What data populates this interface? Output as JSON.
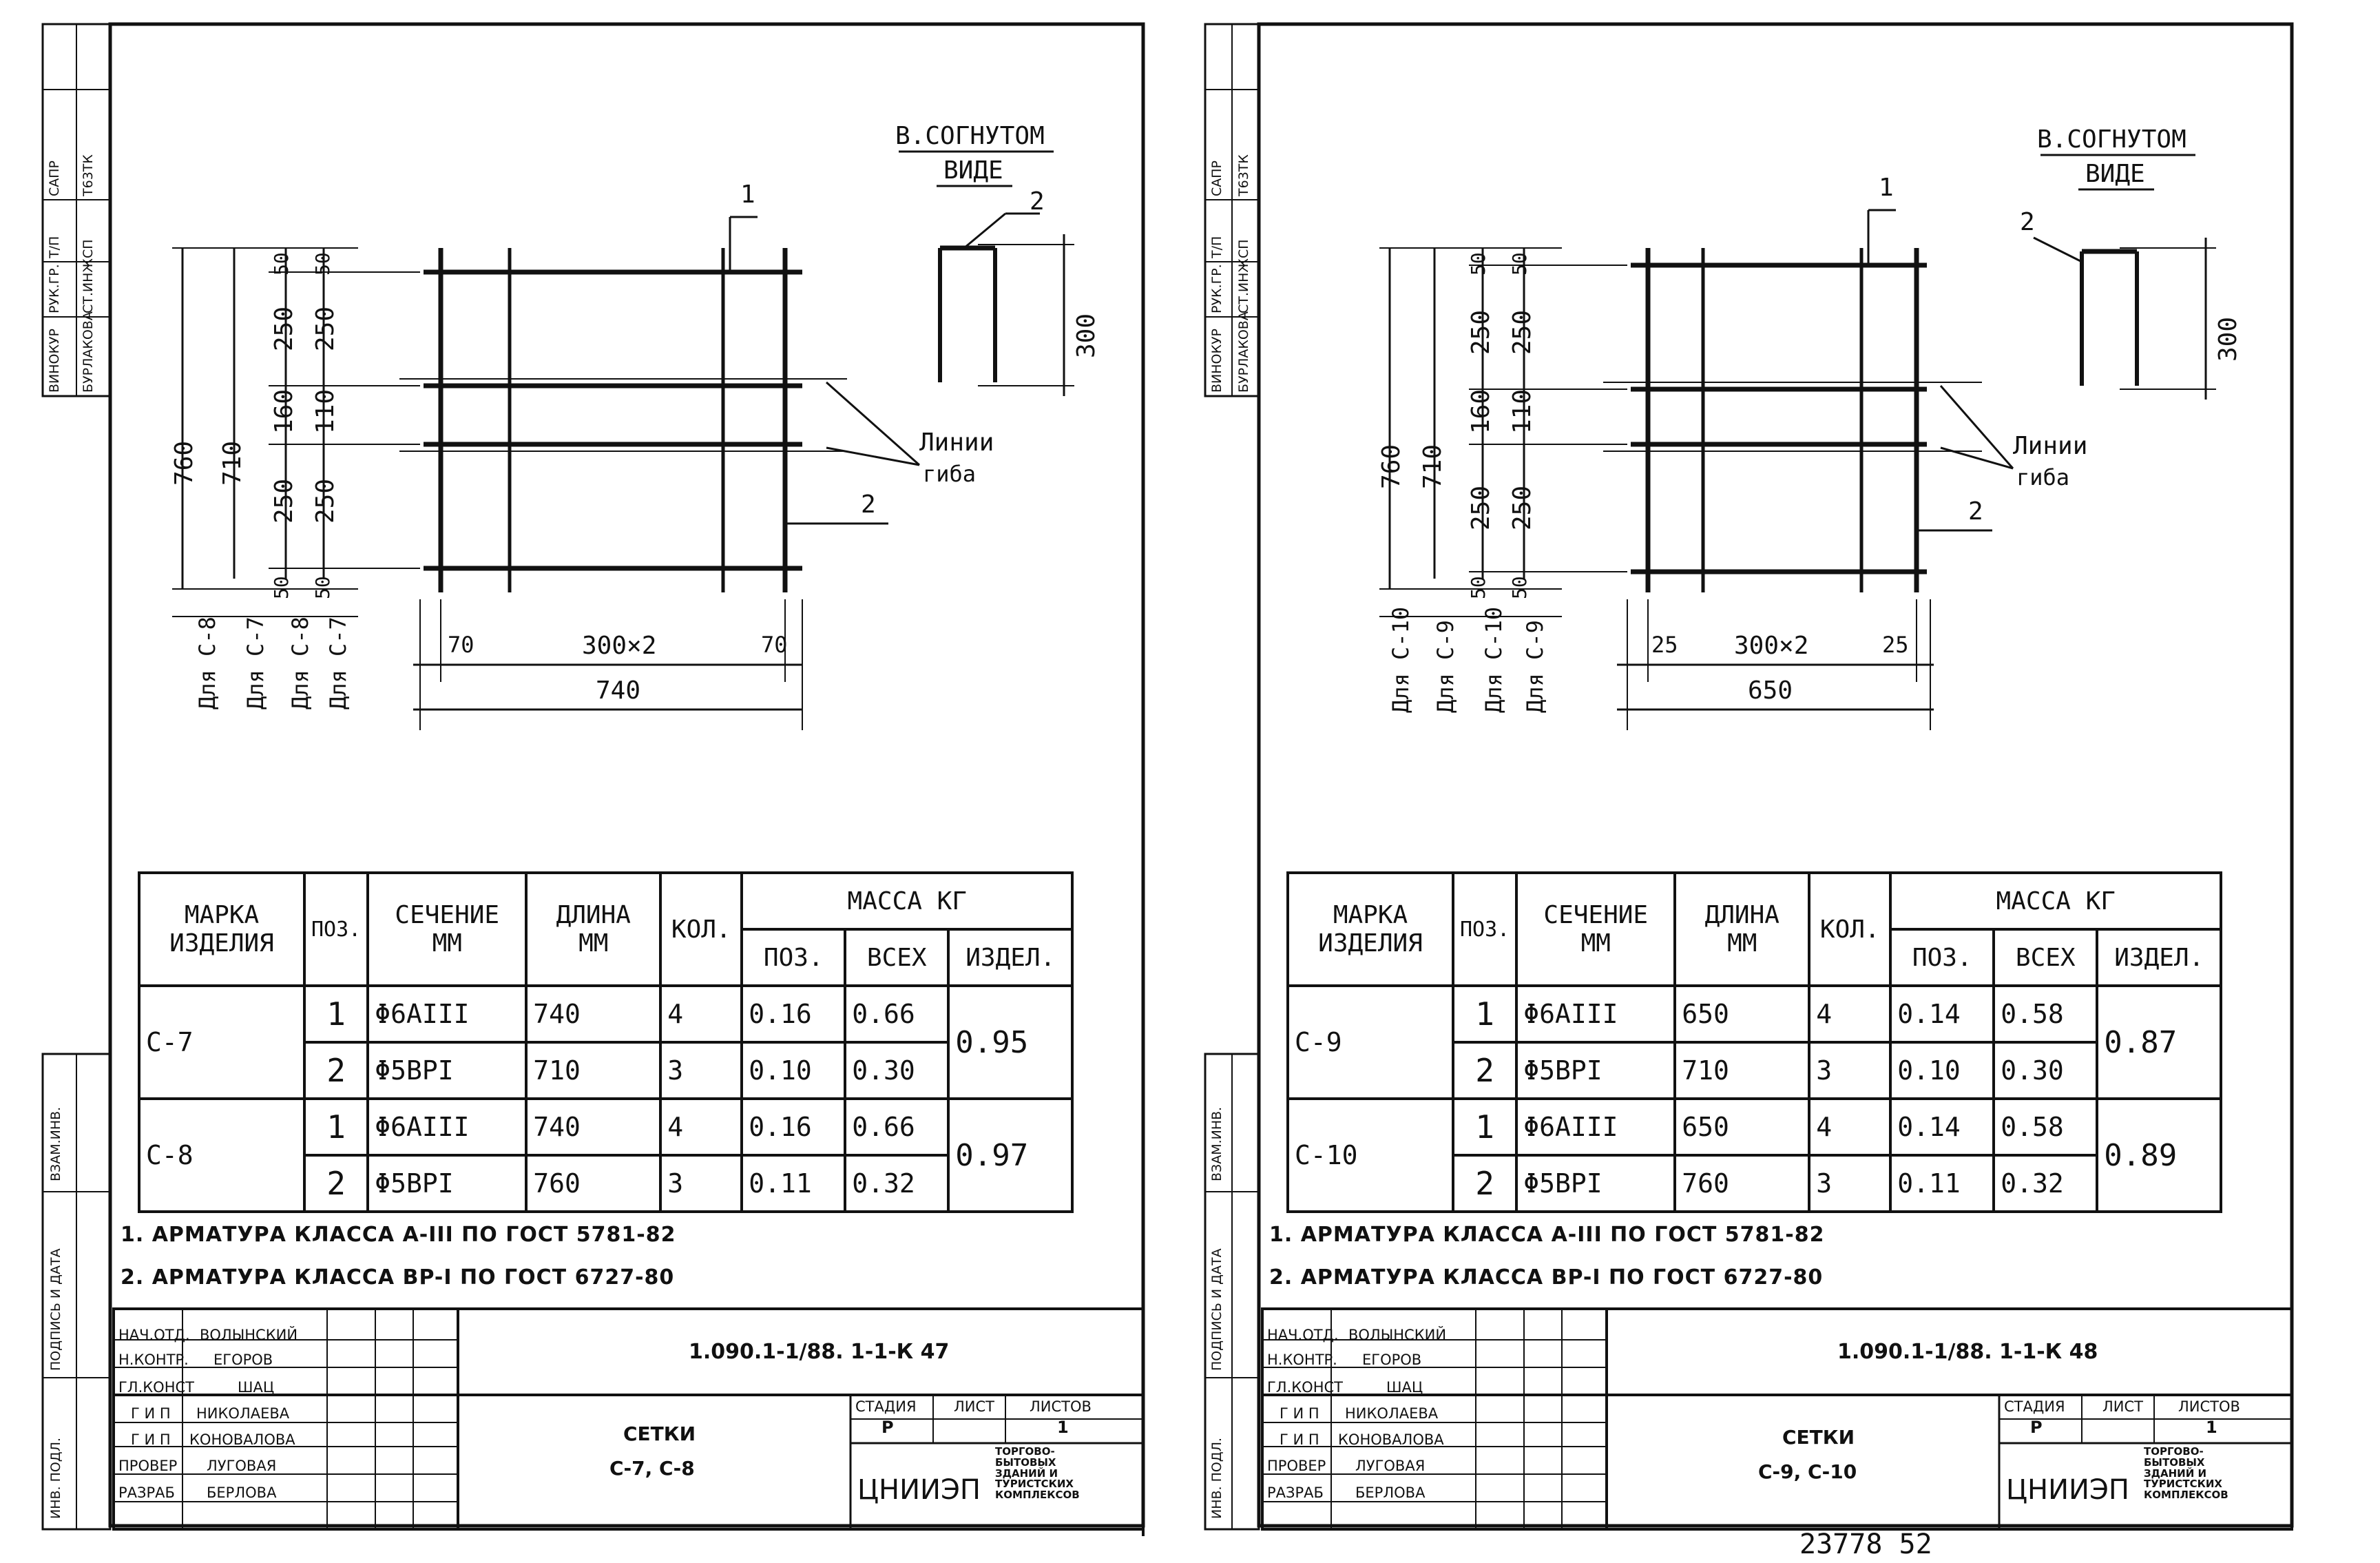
{
  "sheets": [
    {
      "bent_view": {
        "line1": "В.СОГНУТОМ",
        "line2": "ВИДЕ",
        "pos": "2",
        "height": "300"
      },
      "labels": {
        "pos1": "1",
        "pos2": "2",
        "bend_lines1": "Линии",
        "bend_lines2": "гиба"
      },
      "dims_left": [
        "760",
        "710",
        "50",
        "250",
        "160",
        "250",
        "50"
      ],
      "dims_inner": [
        "50",
        "250",
        "110",
        "250",
        "50"
      ],
      "for_labels": [
        "Для С-8",
        "Для С-7",
        "Для С-8",
        "Для С-7"
      ],
      "dims_bottom": {
        "left": "70",
        "mid": "300×2",
        "right": "70",
        "total": "740"
      },
      "table": {
        "h_mark": [
          "МАРКА",
          "ИЗДЕЛИЯ"
        ],
        "h_pos": "ПОЗ.",
        "h_section": [
          "СЕЧЕНИЕ",
          "ММ"
        ],
        "h_length": [
          "ДЛИНА",
          "ММ"
        ],
        "h_qty": "КОЛ.",
        "h_mass": "МАССА КГ",
        "h_mpos": "ПОЗ.",
        "h_mall": "ВСЕХ",
        "h_mprod": "ИЗДЕЛ.",
        "rows": [
          {
            "mark": "С-7",
            "total": "0.95",
            "items": [
              {
                "pos": "1",
                "sec": "Φ6AIII",
                "len": "740",
                "qty": "4",
                "mpos": "0.16",
                "mall": "0.66"
              },
              {
                "pos": "2",
                "sec": "Φ5BPI",
                "len": "710",
                "qty": "3",
                "mpos": "0.10",
                "mall": "0.30"
              }
            ]
          },
          {
            "mark": "С-8",
            "total": "0.97",
            "items": [
              {
                "pos": "1",
                "sec": "Φ6AIII",
                "len": "740",
                "qty": "4",
                "mpos": "0.16",
                "mall": "0.66"
              },
              {
                "pos": "2",
                "sec": "Φ5BPI",
                "len": "760",
                "qty": "3",
                "mpos": "0.11",
                "mall": "0.32"
              }
            ]
          }
        ]
      },
      "notes": [
        "1. АРМАТУРА КЛАССА А-III ПО ГОСТ 5781-82",
        "2. АРМАТУРА КЛАССА BP-I ПО ГОСТ 6727-80"
      ],
      "titleblock": {
        "code": "1.090.1-1/88. 1-1-К 47",
        "title": "СЕТКИ",
        "subtitle": "С-7, С-8",
        "stage_h": "СТАДИЯ",
        "sheet_h": "ЛИСТ",
        "sheets_h": "ЛИСТОВ",
        "stage": "Р",
        "sheet": "1",
        "org": "ЦНИИЭП",
        "org_desc": [
          "ТОРГОВО-",
          "БЫТОВЫХ",
          "ЗДАНИЙ И",
          "ТУРИСТСКИХ",
          "КОМПЛЕКСОВ"
        ],
        "roles": [
          "НАЧ.ОТД.",
          "Н.КОНТР.",
          "ГЛ.КОНСТ",
          "Г И П",
          "Г И П",
          "ПРОВЕР",
          "РАЗРАБ"
        ],
        "names": [
          "ВОЛЫНСКИЙ",
          "ЕГОРОВ",
          "ШАЦ",
          "НИКОЛАЕВА",
          "КОНОВАЛОВА",
          "ЛУГОВАЯ",
          "БЕРЛОВА"
        ]
      },
      "side": {
        "top": [
          "САПР",
          "Т63ТК",
          "Т/П",
          "СП",
          "РУК.ГР.",
          "СТ.ИНЖ",
          "ВИНОКУР",
          "БУРЛАКОВА"
        ],
        "bottom": [
          "ВЗАМ.ИНВ.",
          "ПОДПИСЬ И ДАТА",
          "ИНВ. ПОДЛ."
        ]
      }
    },
    {
      "bent_view": {
        "line1": "В.СОГНУТОМ",
        "line2": "ВИДЕ",
        "pos": "2",
        "height": "300"
      },
      "labels": {
        "pos1": "1",
        "pos2": "2",
        "bend_lines1": "Линии",
        "bend_lines2": "гиба"
      },
      "dims_left": [
        "760",
        "710",
        "50",
        "250",
        "160",
        "250",
        "50"
      ],
      "dims_inner": [
        "50",
        "250",
        "110",
        "250",
        "50"
      ],
      "for_labels": [
        "Для С-10",
        "Для С-9",
        "Для С-10",
        "Для С-9"
      ],
      "dims_bottom": {
        "left": "25",
        "mid": "300×2",
        "right": "25",
        "total": "650"
      },
      "table": {
        "h_mark": [
          "МАРКА",
          "ИЗДЕЛИЯ"
        ],
        "h_pos": "ПОЗ.",
        "h_section": [
          "СЕЧЕНИЕ",
          "ММ"
        ],
        "h_length": [
          "ДЛИНА",
          "ММ"
        ],
        "h_qty": "КОЛ.",
        "h_mass": "МАССА КГ",
        "h_mpos": "ПОЗ.",
        "h_mall": "ВСЕХ",
        "h_mprod": "ИЗДЕЛ.",
        "rows": [
          {
            "mark": "С-9",
            "total": "0.87",
            "items": [
              {
                "pos": "1",
                "sec": "Φ6AIII",
                "len": "650",
                "qty": "4",
                "mpos": "0.14",
                "mall": "0.58"
              },
              {
                "pos": "2",
                "sec": "Φ5BPI",
                "len": "710",
                "qty": "3",
                "mpos": "0.10",
                "mall": "0.30"
              }
            ]
          },
          {
            "mark": "С-10",
            "total": "0.89",
            "items": [
              {
                "pos": "1",
                "sec": "Φ6AIII",
                "len": "650",
                "qty": "4",
                "mpos": "0.14",
                "mall": "0.58"
              },
              {
                "pos": "2",
                "sec": "Φ5BPI",
                "len": "760",
                "qty": "3",
                "mpos": "0.11",
                "mall": "0.32"
              }
            ]
          }
        ]
      },
      "notes": [
        "1. АРМАТУРА КЛАССА А-III ПО ГОСТ 5781-82",
        "2. АРМАТУРА КЛАССА BP-I ПО ГОСТ 6727-80"
      ],
      "titleblock": {
        "code": "1.090.1-1/88. 1-1-К 48",
        "title": "СЕТКИ",
        "subtitle": "С-9, С-10",
        "stage_h": "СТАДИЯ",
        "sheet_h": "ЛИСТ",
        "sheets_h": "ЛИСТОВ",
        "stage": "Р",
        "sheet": "1",
        "org": "ЦНИИЭП",
        "org_desc": [
          "ТОРГОВО-",
          "БЫТОВЫХ",
          "ЗДАНИЙ И",
          "ТУРИСТСКИХ",
          "КОМПЛЕКСОВ"
        ],
        "roles": [
          "НАЧ.ОТД.",
          "Н.КОНТР.",
          "ГЛ.КОНСТ",
          "Г И П",
          "Г И П",
          "ПРОВЕР",
          "РАЗРАБ"
        ],
        "names": [
          "ВОЛЫНСКИЙ",
          "ЕГОРОВ",
          "ШАЦ",
          "НИКОЛАЕВА",
          "КОНОВАЛОВА",
          "ЛУГОВАЯ",
          "БЕРЛОВА"
        ]
      },
      "side": {
        "top": [
          "САПР",
          "Т63ТК",
          "Т/П",
          "СП",
          "РУК.ГР.",
          "СТ.ИНЖ",
          "ВИНОКУР",
          "БУРЛАКОВА"
        ],
        "bottom": [
          "ВЗАМ.ИНВ.",
          "ПОДПИСЬ И ДАТА",
          "ИНВ. ПОДЛ."
        ]
      }
    }
  ],
  "archive_number": "23778   52"
}
